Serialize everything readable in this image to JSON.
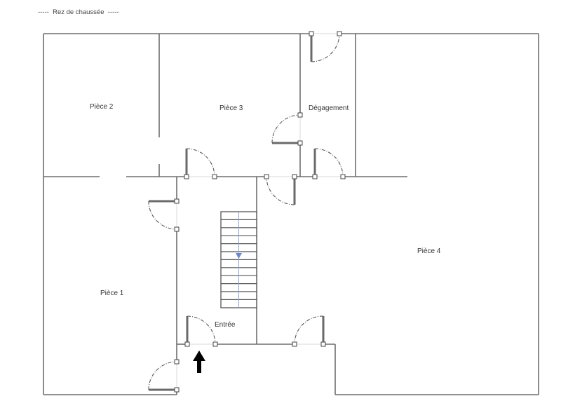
{
  "plan": {
    "title": "-----  Rez de chaussée  -----",
    "rooms": {
      "piece1": "Pièce 1",
      "piece2": "Pièce 2",
      "piece3": "Pièce 3",
      "piece4": "Pièce 4",
      "degagement": "Dégagement",
      "entree": "Entrée"
    },
    "icons": {
      "entrance_arrow": "entrance-arrow-icon",
      "stair_direction": "stair-down-arrow-icon"
    },
    "colors": {
      "wall": "#6e6e6e",
      "stair_arrow": "#6f86c9",
      "entrance_arrow": "#000000"
    },
    "stair_steps": 12
  }
}
